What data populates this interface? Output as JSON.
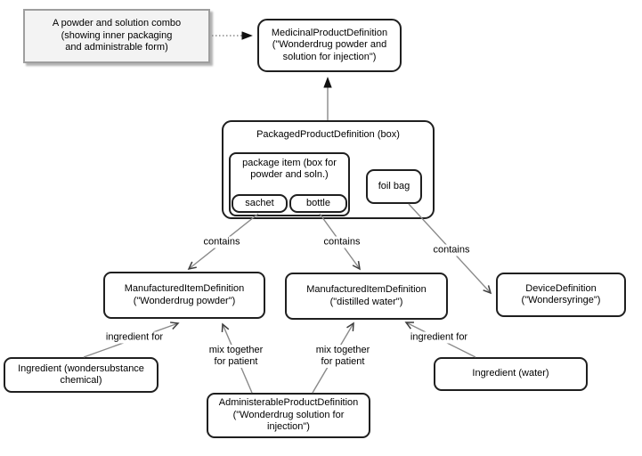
{
  "colors": {
    "border": "#1f1f1f",
    "line": "#8a8a8a",
    "arrow": "#3d3d3d",
    "note-fill": "#f3f3f3",
    "note-border": "#9e9e9e",
    "node-fill": "#ffffff",
    "text": "#000000"
  },
  "nodes": {
    "note": "A powder and solution combo\n(showing inner packaging\nand administrable form)",
    "medicinal": "MedicinalProductDefinition\n(\"Wonderdrug powder and\nsolution for injection\")",
    "packaged_title": "PackagedProductDefinition (box)",
    "package_item": "package item (box for\npowder and soln.)",
    "sachet": "sachet",
    "bottle": "bottle",
    "foil_bag": "foil bag",
    "mid_powder": "ManufacturedItemDefinition\n(\"Wonderdrug powder\")",
    "mid_water": "ManufacturedItemDefinition\n(\"distilled water\")",
    "device": "DeviceDefinition\n(\"Wondersyringe\")",
    "ingredient_chemical": "Ingredient (wondersubstance\nchemical)",
    "ingredient_water": "Ingredient (water)",
    "administerable": "AdministerableProductDefinition\n(\"Wonderdrug solution for\ninjection\")"
  },
  "edge_labels": {
    "contains_1": "contains",
    "contains_2": "contains",
    "contains_3": "contains",
    "ingredient_for_1": "ingredient for",
    "ingredient_for_2": "ingredient for",
    "mix_1": "mix together\nfor patient",
    "mix_2": "mix together\nfor patient"
  }
}
